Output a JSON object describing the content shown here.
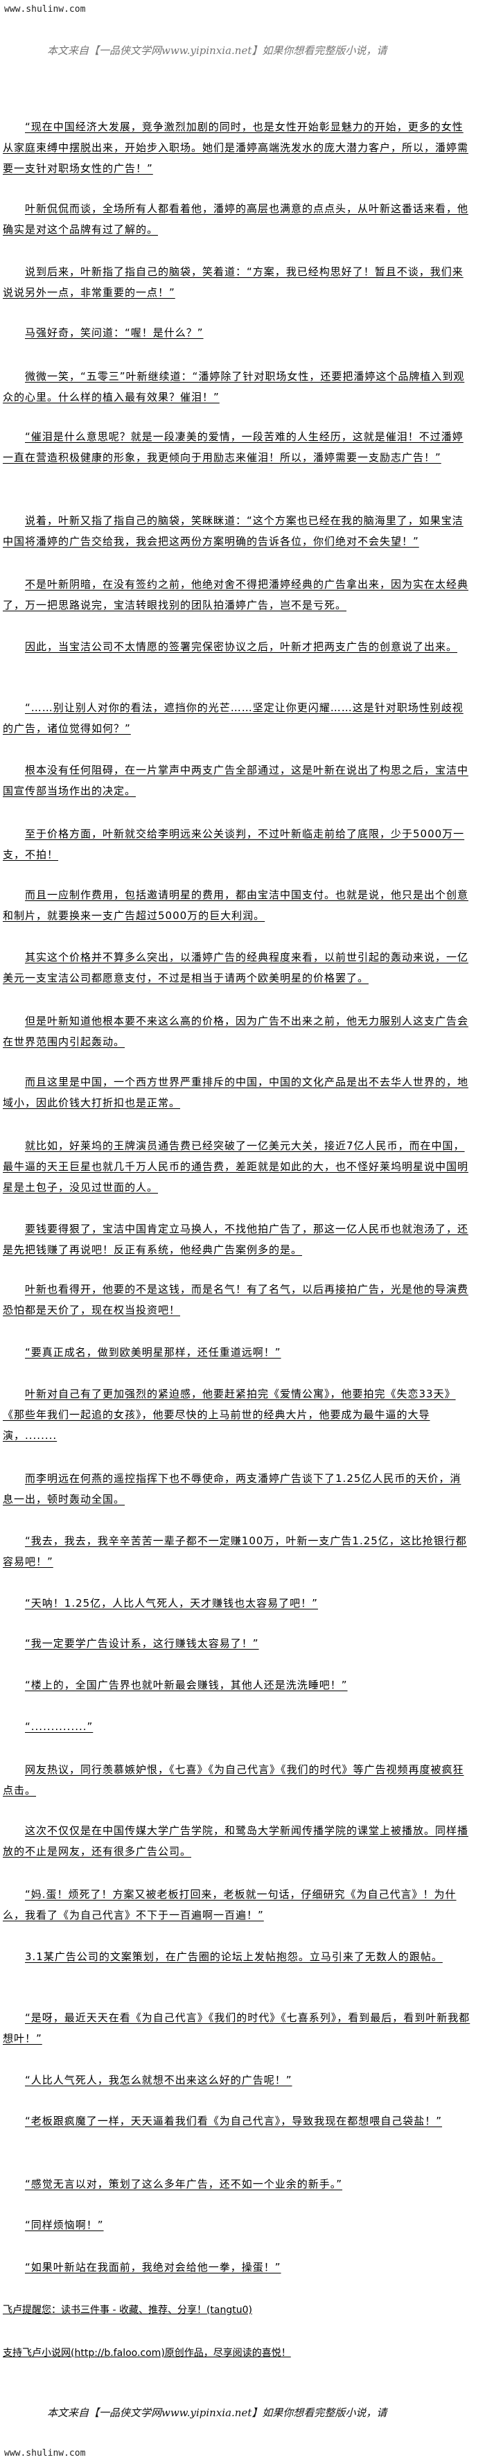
{
  "site_label": "www.shulinw.com",
  "banner_text": "本文来自【一品侠文学网www.yipinxia.net】如果你想看完整版小说，请",
  "paragraphs": [
    "“现在中国经济大发展，竞争激烈加剧的同时，也是女性开始彰显魅力的开始，更多的女性从家庭束缚中摆脱出来，开始步入职场。她们是潘婷高端洗发水的庞大潜力客户，所以，潘婷需要一支针对职场女性的广告！”",
    "叶新侃侃而谈，全场所有人都看着他，潘婷的高层也满意的点点头，从叶新这番话来看，他确实是对这个品牌有过了解的。",
    "说到后来，叶新指了指自己的脑袋，笑着道：“方案，我已经构思好了！暂且不谈，我们来说说另外一点，非常重要的一点！”",
    "马强好奇，笑问道：“喔！是什么？”",
    "微微一笑，“五零三”叶新继续道：“潘婷除了针对职场女性，还要把潘婷这个品牌植入到观众的心里。什么样的植入最有效果？催泪！”",
    "“催泪是什么意思呢？就是一段凄美的爱情，一段苦难的人生经历，这就是催泪！不过潘婷一直在营造积极健康的形象，我更倾向于用励志来催泪！所以，潘婷需要一支励志广告！”",
    "说着，叶新又指了指自己的脑袋，笑眯眯道：“这个方案也已经在我的脑海里了，如果宝洁中国将潘婷的广告交给我，我会把这两份方案明确的告诉各位，你们绝对不会失望！”",
    "不是叶新阴暗，在没有签约之前，他绝对舍不得把潘婷经典的广告拿出来，因为实在太经典了，万一把思路说完，宝洁转眼找别的团队拍潘婷广告，岂不是亏死。",
    "因此，当宝洁公司不太情愿的签署完保密协议之后，叶新才把两支广告的创意说了出来。",
    "“……别让别人对你的看法，遮挡你的光芒……坚定让你更闪耀……这是针对职场性别歧视的广告，诸位觉得如何？”",
    "根本没有任何阻碍，在一片掌声中两支广告全部通过，这是叶新在说出了构思之后，宝洁中国宣传部当场作出的决定。",
    "至于价格方面，叶新就交给李明远来公关谈判，不过叶新临走前给了底限，少于5000万一支，不拍！",
    "而且一应制作费用，包括邀请明星的费用，都由宝洁中国支付。也就是说，他只是出个创意和制片，就要换来一支广告超过5000万的巨大利润。",
    "其实这个价格并不算多么突出，以潘婷广告的经典程度来看，以前世引起的轰动来说，一亿美元一支宝洁公司都愿意支付，不过是相当于请两个欧美明星的价格罢了。",
    "但是叶新知道他根本要不来这么高的价格，因为广告不出来之前，他无力服别人这支广告会在世界范围内引起轰动。",
    "而且这里是中国，一个西方世界严重排斥的中国，中国的文化产品是出不去华人世界的，地域小，因此价钱大打折扣也是正常。",
    "就比如，好莱坞的王牌演员通告费已经突破了一亿美元大关，接近7亿人民币，而在中国，最牛逼的天王巨星也就几千万人民币的通告费，差距就是如此的大，也不怪好莱坞明星说中国明星是土包子，没见过世面的人。",
    "要钱要得狠了，宝洁中国肯定立马换人，不找他拍广告了，那这一亿人民币也就泡汤了，还是先把钱赚了再说吧！反正有系统，他经典广告案例多的是。",
    "叶新也看得开，他要的不是这钱，而是名气！有了名气，以后再接拍广告，光是他的导演费恐怕都是天价了，现在权当投资吧！",
    "“要真正成名，做到欧美明星那样，还任重道远啊！”",
    "叶新对自己有了更加强烈的紧迫感，他要赶紧拍完《爱情公寓》，他要拍完《失恋33天》《那些年我们一起追的女孩》，他要尽快的上马前世的经典大片，他要成为最牛逼的大导演，........",
    "而李明远在何燕的遥控指挥下也不辱使命，两支潘婷广告谈下了1.25亿人民币的天价，消息一出，顿时轰动全国。",
    "“我去，我去，我辛辛苦苦一辈子都不一定赚100万，叶新一支广告1.25亿，这比抢银行都容易吧！”",
    "“天呐！1.25亿，人比人气死人，天才赚钱也太容易了吧！”",
    "“我一定要学广告设计系，这行赚钱太容易了！”",
    "“楼上的，全国广告界也就叶新最会赚钱，其他人还是洗洗睡吧！”",
    "“..............”",
    "网友热议，同行羡慕嫉妒恨，《七喜》《为自己代言》《我们的时代》等广告视频再度被疯狂点击。",
    "这次不仅仅是在中国传媒大学广告学院，和鹭岛大学新闻传播学院的课堂上被播放。同样播放的不止是网友，还有很多广告公司。",
    "“妈.蛋！烦死了！方案又被老板打回来，老板就一句话，仔细研究《为自己代言》！为什么，我看了《为自己代言》不下于一百遍啊一百遍！”",
    "3.1某广告公司的文案策划，在广告圈的论坛上发帖抱怨。立马引来了无数人的跟帖。",
    "“是呀，最近天天在看《为自己代言》《我们的时代》《七喜系列》，看到最后，看到叶新我都想叶！”",
    "“人比人气死人，我怎么就想不出来这么好的广告呢！”",
    "“老板跟疯魔了一样，天天逼着我们看《为自己代言》，导致我现在都想喂自己袋盐！”",
    "“感觉无言以对，策划了这么多年广告，还不如一个业余的新手。”",
    "“同样烦恼啊！”",
    "“如果叶新站在我面前，我绝对会给他一拳，操蛋！”"
  ],
  "footer": {
    "reminder": "飞卢提醒您：读书三件事 - 收藏、推荐、分享！(tangtu0)",
    "support": "支持飞卢小说网(http://b.faloo.com)原创作品，尽享阅读的喜悦！"
  }
}
